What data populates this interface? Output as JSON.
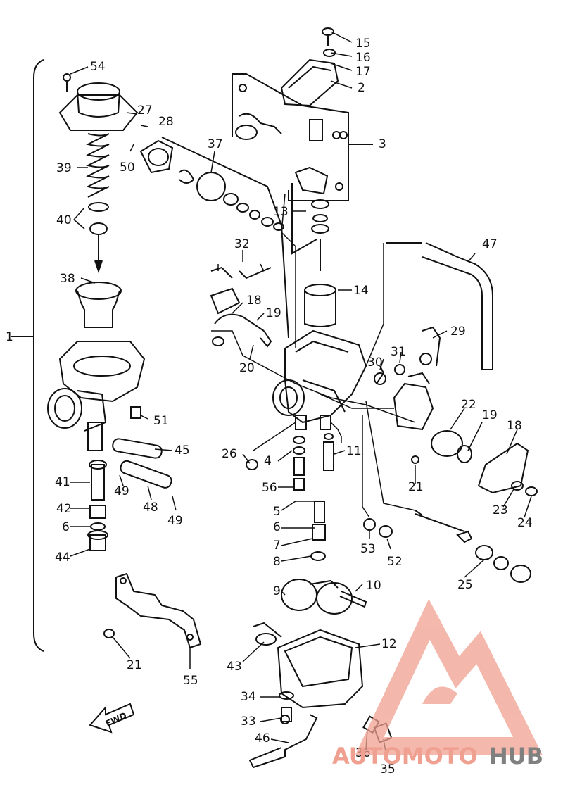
{
  "diagram": {
    "labels": {
      "l1": "1",
      "l2": "2",
      "l3": "3",
      "l4": "4",
      "l5": "5",
      "l6a": "6",
      "l6b": "6",
      "l7": "7",
      "l8": "8",
      "l9": "9",
      "l10": "10",
      "l11": "11",
      "l12": "12",
      "l13": "13",
      "l14": "14",
      "l15": "15",
      "l16": "16",
      "l17": "17",
      "l18a": "18",
      "l18b": "18",
      "l19a": "19",
      "l19b": "19",
      "l20": "20",
      "l21a": "21",
      "l21b": "21",
      "l22": "22",
      "l23": "23",
      "l24": "24",
      "l25": "25",
      "l26": "26",
      "l27": "27",
      "l28": "28",
      "l29": "29",
      "l30": "30",
      "l31": "31",
      "l32": "32",
      "l33": "33",
      "l34": "34",
      "l35": "35",
      "l36": "36",
      "l37": "37",
      "l38": "38",
      "l39": "39",
      "l40": "40",
      "l41": "41",
      "l42": "42",
      "l43": "43",
      "l44": "44",
      "l45": "45",
      "l46": "46",
      "l47": "47",
      "l48": "48",
      "l49a": "49",
      "l49b": "49",
      "l50": "50",
      "l51": "51",
      "l52": "52",
      "l53": "53",
      "l54": "54",
      "l55": "55",
      "l56": "56"
    },
    "fwd_text": "FWD"
  },
  "watermark": {
    "part1": "AUTOMOTO",
    "part2": "HUB",
    "color_primary": "#f0a090",
    "color_secondary": "#808080"
  }
}
